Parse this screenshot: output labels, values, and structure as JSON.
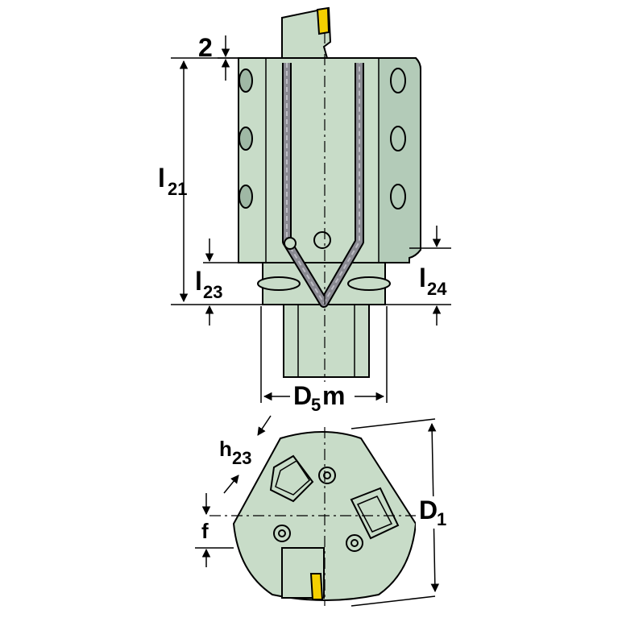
{
  "colors": {
    "body": "#c8dcc8",
    "body_dark": "#9fb8a5",
    "insert": "#f5d000",
    "coolant": "#8a8a92",
    "line": "#000000"
  },
  "labels": {
    "dim_2": "2",
    "l21_main": "l",
    "l21_sub": "21",
    "l23_main": "l",
    "l23_sub": "23",
    "l24_main": "l",
    "l24_sub": "24",
    "d5m_main": "D",
    "d5m_sub": "5",
    "d5m_suffix": "m",
    "h23_main": "h",
    "h23_sub": "23",
    "f": "f",
    "d1_main": "D",
    "d1_sub": "1"
  }
}
